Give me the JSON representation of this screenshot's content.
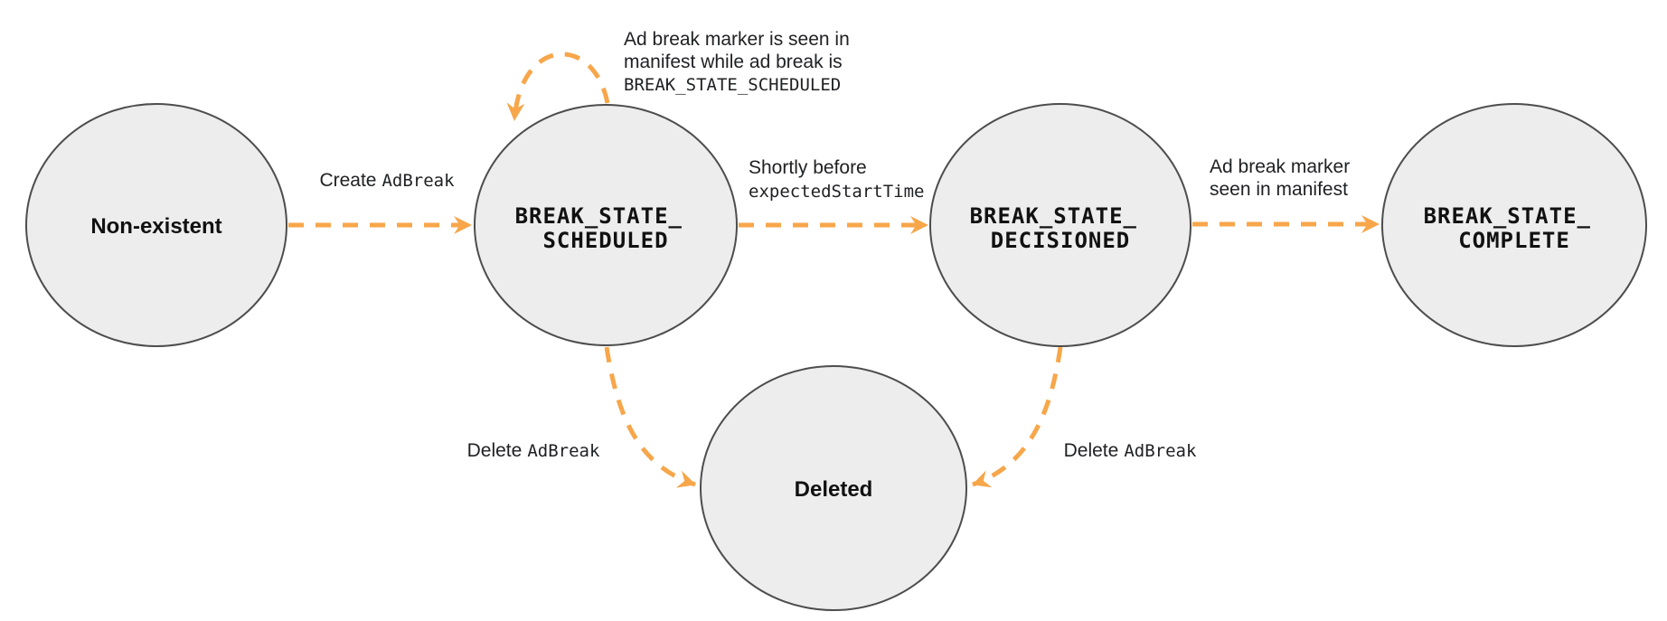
{
  "colors": {
    "edge": "#F7A64A",
    "node_fill": "#EDEDED",
    "node_stroke": "#4D4D4D",
    "label_text": "#202124"
  },
  "nodes": {
    "non_existent": {
      "label": "Non-existent"
    },
    "scheduled": {
      "line1": "BREAK_STATE_",
      "line2": "SCHEDULED"
    },
    "decisioned": {
      "line1": "BREAK_STATE_",
      "line2": "DECISIONED"
    },
    "complete": {
      "line1": "BREAK_STATE_",
      "line2": "COMPLETE"
    },
    "deleted": {
      "label": "Deleted"
    }
  },
  "edges": {
    "create": {
      "text": "Create",
      "code": "AdBreak"
    },
    "self_loop": {
      "line1": "Ad break marker is seen in",
      "line2": "manifest while ad break is",
      "line3_code": "BREAK_STATE_SCHEDULED"
    },
    "to_decisioned": {
      "line1": "Shortly before",
      "line2_code": "expectedStartTime"
    },
    "to_complete": {
      "line1": "Ad break marker",
      "line2": "seen in manifest"
    },
    "delete_from_scheduled": {
      "text": "Delete",
      "code": "AdBreak"
    },
    "delete_from_decisioned": {
      "text": "Delete",
      "code": "AdBreak"
    }
  }
}
